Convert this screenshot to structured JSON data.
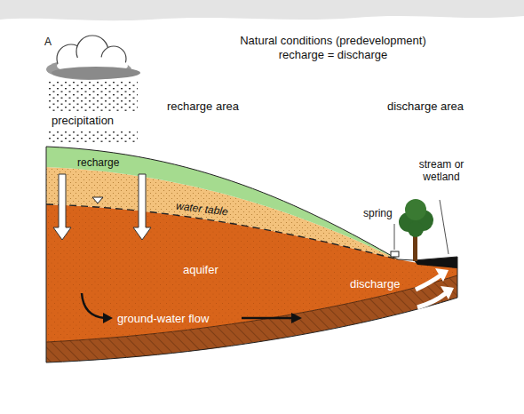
{
  "diagram": {
    "title": "Natural conditions (predevelopment) recharge = discharge",
    "labels": [
      "A",
      "precipitation",
      "recharge area",
      "discharge area",
      "recharge",
      "water table",
      "stream or wetland",
      "spring",
      "aquifer",
      "discharge",
      "ground-water flow"
    ]
  }
}
